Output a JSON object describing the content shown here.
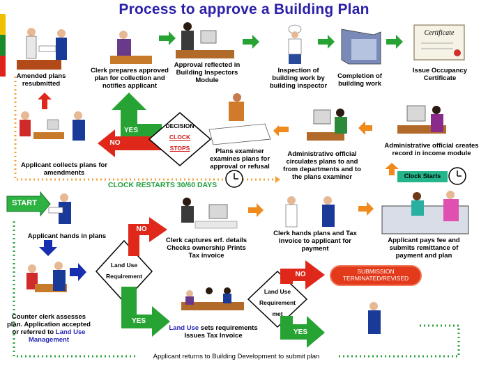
{
  "title": "Process to approve a Building Plan",
  "steps": {
    "amended": "Amended plans resubmitted",
    "clerk_prepares": "Clerk prepares approved plan for collection and notifies applicant",
    "approval_reflected": "Approval reflected in Building Inspectors Module",
    "inspection": "Inspection of building work by building inspector",
    "completion": "Completion of building work",
    "occupancy": "Issue Occupancy Certificate",
    "certificate_word": "Certificate",
    "applicant_collects": "Applicant collects plans for amendments",
    "plans_examiner": "Plans examiner examines plans for approval or refusal",
    "admin_circulates": "Administrative official circulates plans to and from departments and to the plans examiner",
    "admin_creates": "Administrative official creates record in income module",
    "clock_restarts": "CLOCK RESTARTS 30/60 DAYS",
    "clock_starts": "Clock Starts",
    "start": "START",
    "hands_in": "Applicant hands in plans",
    "clerk_captures": "Clerk captures erf. details Checks ownership Prints Tax invoice",
    "clerk_hands": "Clerk hands plans and Tax Invoice to applicant for payment",
    "applicant_pays": "Applicant  pays fee and submits remittance of payment and  plan",
    "counter_clerk": "Counter clerk assesses plan. Application accepted or referred to",
    "land_use_mgmt": "Land Use Management",
    "land_use_sets_a": "Land Use",
    "land_use_sets_b": " sets requirements",
    "issues_tax": "Issues Tax Invoice",
    "returns": "Applicant  returns to Building Development  to  submit plan",
    "submission": "SUBMISSION TERMINATED/REVISED"
  },
  "decision": {
    "title": "DECISION",
    "clock": "CLOCK",
    "stops": "STOPS",
    "yes": "YES",
    "no": "NO"
  },
  "land_use_req": {
    "l1": "Land Use",
    "l2": "Requirement",
    "no": "NO",
    "yes": "YES"
  },
  "land_use_met": {
    "l1": "Land Use",
    "l2": "Requirement",
    "l3": "met",
    "no": "NO",
    "yes": "YES"
  },
  "colors": {
    "title": "#2b20a8",
    "green_arrow": "#27a334",
    "red_arrow": "#e0281a",
    "orange_arrow": "#f08a1c",
    "clock_text": "#d01818",
    "restart_text": "#1f9e3a",
    "land_use_text": "#2727b8",
    "clock_starts_bg": "#25b58a",
    "terminated_bg": "#e23a1a"
  }
}
